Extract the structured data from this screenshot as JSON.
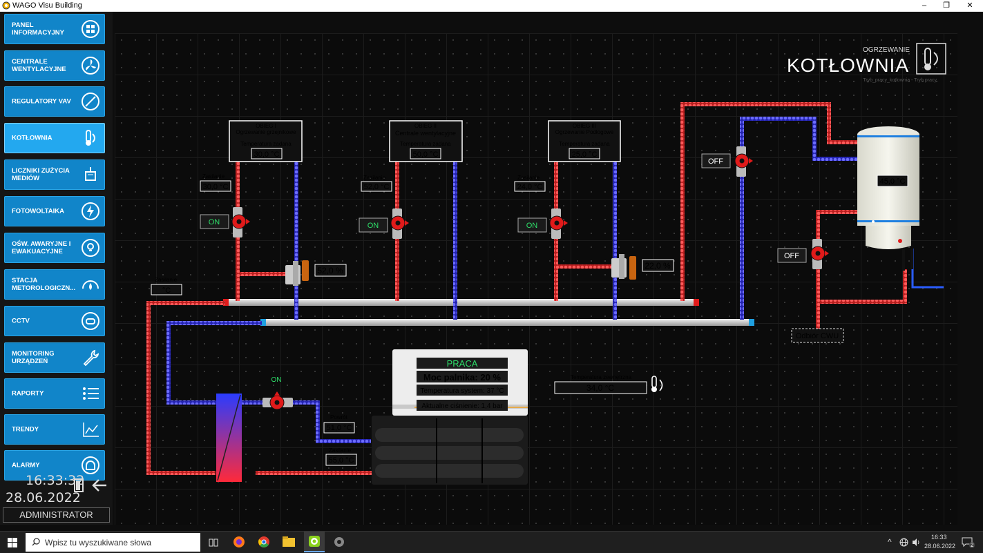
{
  "window": {
    "title": "WAGO Visu Building"
  },
  "nav": [
    {
      "label": "PANEL INFORMACYJNY",
      "icon": "dashboard-icon"
    },
    {
      "label": "CENTRALE WENTYLACYJNE",
      "icon": "fan-icon"
    },
    {
      "label": "REGULATORY VAV",
      "icon": "damper-icon"
    },
    {
      "label": "KOTŁOWNIA",
      "icon": "thermometer-icon"
    },
    {
      "label": "LICZNIKI ZUŻYCIA MEDIÓW",
      "icon": "meter-icon"
    },
    {
      "label": "FOTOWOLTAIKA",
      "icon": "lightning-icon"
    },
    {
      "label": "OŚW. AWARYJNE I EWAKUACYJNE",
      "icon": "bulb-icon"
    },
    {
      "label": "STACJA METOROLOGICZN...",
      "icon": "weather-icon"
    },
    {
      "label": "CCTV",
      "icon": "camera-icon"
    },
    {
      "label": "MONITORING URZĄDZEŃ",
      "icon": "wrench-icon"
    },
    {
      "label": "RAPORTY",
      "icon": "list-icon"
    },
    {
      "label": "TRENDY",
      "icon": "trend-icon"
    },
    {
      "label": "ALARMY",
      "icon": "alarm-icon"
    }
  ],
  "clock": {
    "time": "16:33:32",
    "date": "28.06.2022",
    "user": "ADMINISTRATOR"
  },
  "header": {
    "section": "OGRZEWANIE",
    "title": "KOTŁOWNIA",
    "subtitle": "Tryb_pracy_kotlownia - Tryb pracy"
  },
  "circuits": [
    {
      "name": "OBIEG I",
      "desc": "Ogrzewanie grzejnikowe",
      "setpoint_label": "Temperatura zadana",
      "setpoint": "30,0 °C",
      "supply_label": "Zasilanie",
      "supply": "30,0 °C",
      "pump_state": "ON",
      "valve": "52,0 %"
    },
    {
      "name": "OBIEG II",
      "desc": "Centrale wentylacyjne",
      "setpoint_label": "Temperatura zadana",
      "setpoint": "50,0 °C",
      "supply_label": "Zasilanie",
      "supply": "52,0 °C",
      "pump_state": "ON",
      "valve": ""
    },
    {
      "name": "OBIEG III",
      "desc": "Ogrzewanie Podłogowe",
      "setpoint_label": "Temperatura zadana",
      "setpoint": "25,0 °C",
      "supply_label": "Zasilanie",
      "supply": "24,0 °C",
      "pump_state": "ON",
      "valve": "22,0 %"
    }
  ],
  "main_supply": {
    "label": "Zasilanie",
    "value": "°C"
  },
  "dhw": {
    "pump1_state": "OFF",
    "pump2_state": "OFF",
    "tank_temp": "45,0 °C",
    "draw_label": "Odbiór CWU"
  },
  "boiler": {
    "status": "PRACA",
    "burner": "Moc palnika: 20 %",
    "system_temp": "Temperatura system: 37 °C",
    "pressure": "Aktualne ciśnienie: 1,4 bar",
    "pump_state": "ON",
    "return_label": "Powrót",
    "return": "51,0 °C",
    "supply_label": "Zasilanie",
    "supply": "55,0 °C"
  },
  "outdoor": {
    "label": "Temperatura zewnętrzna",
    "value": "34,0 °C"
  },
  "taskbar": {
    "search_placeholder": "Wpisz tu wyszukiwane słowa",
    "time": "16:33",
    "date": "28.06.2022",
    "notifications": "2"
  },
  "colors": {
    "accent": "#1185c9",
    "active": "#23a8ef",
    "supply_pipe": "#ff3b3b",
    "return_pipe": "#4a4aff",
    "status_green": "#2ee06a"
  }
}
